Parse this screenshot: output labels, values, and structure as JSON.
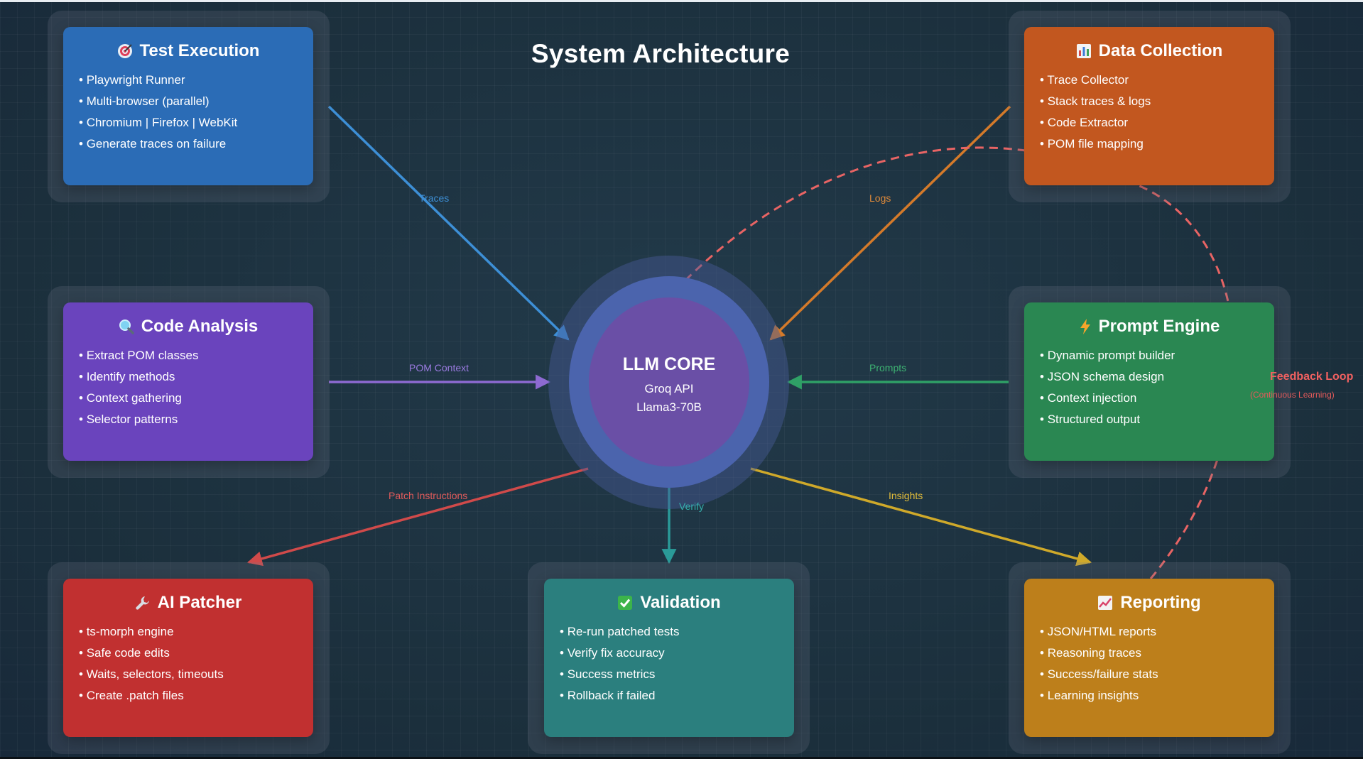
{
  "title": "System Architecture",
  "core": {
    "title": "LLM CORE",
    "line1": "Groq API",
    "line2": "Llama3-70B"
  },
  "cards": {
    "test_execution": {
      "icon": "target-icon",
      "title": "Test Execution",
      "items": [
        "Playwright Runner",
        "Multi-browser (parallel)",
        "Chromium | Firefox | WebKit",
        "Generate traces on failure"
      ]
    },
    "data_collection": {
      "icon": "bar-chart-icon",
      "title": "Data Collection",
      "items": [
        "Trace Collector",
        "Stack traces & logs",
        "Code Extractor",
        "POM file mapping"
      ]
    },
    "code_analysis": {
      "icon": "magnifier-icon",
      "title": "Code Analysis",
      "items": [
        "Extract POM classes",
        "Identify methods",
        "Context gathering",
        "Selector patterns"
      ]
    },
    "prompt_engine": {
      "icon": "lightning-icon",
      "title": "Prompt Engine",
      "items": [
        "Dynamic prompt builder",
        "JSON schema design",
        "Context injection",
        "Structured output"
      ]
    },
    "ai_patcher": {
      "icon": "wrench-icon",
      "title": "AI Patcher",
      "items": [
        "ts-morph engine",
        "Safe code edits",
        "Waits, selectors, timeouts",
        "Create .patch files"
      ]
    },
    "validation": {
      "icon": "check-icon",
      "title": "Validation",
      "items": [
        "Re-run patched tests",
        "Verify fix accuracy",
        "Success metrics",
        "Rollback if failed"
      ]
    },
    "reporting": {
      "icon": "trend-chart-icon",
      "title": "Reporting",
      "items": [
        "JSON/HTML reports",
        "Reasoning traces",
        "Success/failure stats",
        "Learning insights"
      ]
    }
  },
  "edges": {
    "traces": "Traces",
    "logs": "Logs",
    "pom_context": "POM Context",
    "prompts": "Prompts",
    "patch_instructions": "Patch Instructions",
    "verify": "Verify",
    "insights": "Insights"
  },
  "feedback": {
    "label": "Feedback Loop",
    "sublabel": "(Continuous Learning)"
  },
  "colors": {
    "traces": "#3d8fd6",
    "logs": "#d47a2a",
    "pom_context": "#8d6ad2",
    "prompts": "#2fa066",
    "patch": "#d04a4a",
    "verify": "#2a9a98",
    "insights": "#cfa92a",
    "feedback": "#e86464"
  }
}
